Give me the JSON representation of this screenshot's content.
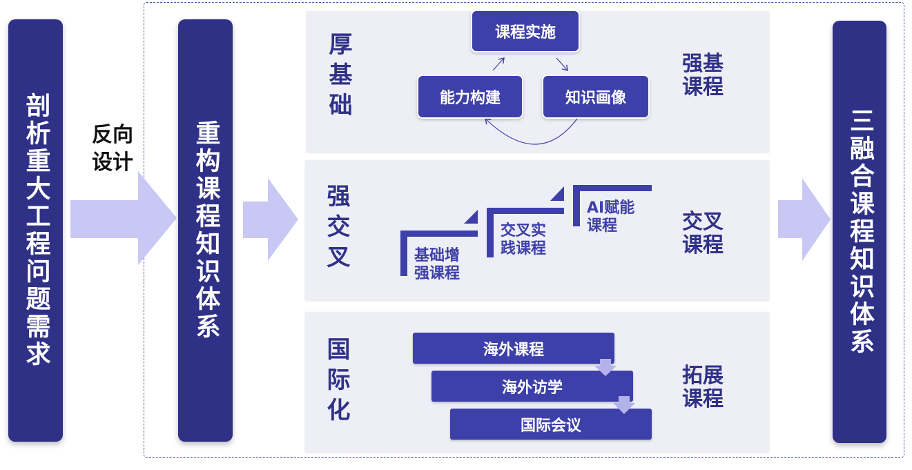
{
  "left_pillar": "剖析重大工程问题需求",
  "arrow1_label_line1": "反向",
  "arrow1_label_line2": "设计",
  "middle_pillar": "重构课程知识体系",
  "right_pillar": "三融合课程知识体系",
  "sections": [
    {
      "vertical_label": "厚基础",
      "right_label": "强基\n课程",
      "nodes": {
        "top": "课程实施",
        "left": "能力构建",
        "right": "知识画像"
      }
    },
    {
      "vertical_label": "强交叉",
      "right_label": "交叉\n课程",
      "steps": [
        "基础增\n强课程",
        "交叉实\n践课程",
        "AI赋能\n课程"
      ]
    },
    {
      "vertical_label": "国际化",
      "right_label": "拓展\n课程",
      "bars": [
        "海外课程",
        "海外访学",
        "国际会议"
      ]
    }
  ],
  "colors": {
    "dark": "#2f3187",
    "node": "#3d40a8",
    "arrow": "#c9c8f4",
    "panel": "#eeeef6"
  }
}
